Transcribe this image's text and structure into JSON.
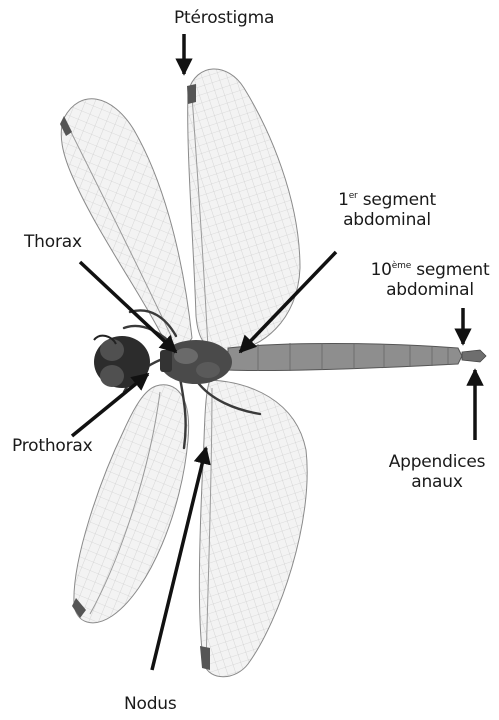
{
  "labels": {
    "pterostigma": "Ptérostigma",
    "thorax": "Thorax",
    "seg1_num": "1",
    "seg1_sup": "er",
    "seg1_line1": "segment",
    "seg1_line2": "abdominal",
    "seg10_num": "10",
    "seg10_sup": "ème",
    "seg10_line1": "segment",
    "seg10_line2": "abdominal",
    "prothorax": "Prothorax",
    "appendices_line1": "Appendices",
    "appendices_line2": "anaux",
    "nodus": "Nodus"
  },
  "colors": {
    "wing_fill": "#f2f2f2",
    "wing_edge": "#8a8a8a",
    "vein": "#b5b5b5",
    "body_dark": "#3c3c3c",
    "abdomen": "#8e8e8e",
    "arrow": "#111111",
    "label": "#1a1a1a"
  },
  "icons": {
    "pointer": "arrow-icon",
    "subject": "dragonfly-illustration"
  }
}
